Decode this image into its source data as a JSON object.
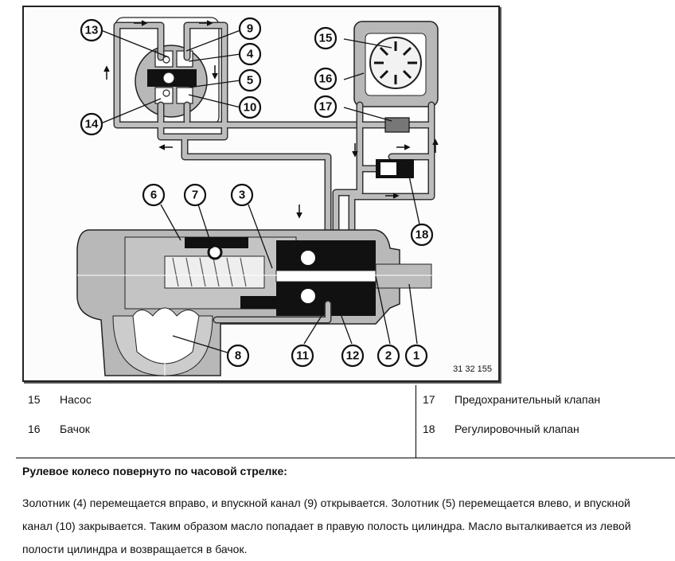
{
  "figure": {
    "code": "31 32 155",
    "callouts": [
      "1",
      "2",
      "3",
      "4",
      "5",
      "6",
      "7",
      "8",
      "9",
      "10",
      "11",
      "12",
      "13",
      "14",
      "15",
      "16",
      "17",
      "18"
    ]
  },
  "legend": {
    "items": [
      {
        "num": "15",
        "label": "Насос"
      },
      {
        "num": "16",
        "label": "Бачок"
      },
      {
        "num": "17",
        "label": "Предохранительный клапан"
      },
      {
        "num": "18",
        "label": "Регулировочный клапан"
      }
    ]
  },
  "caption": {
    "title": "Рулевое колесо повернуто по часовой стрелке:",
    "body": "Золотник (4) перемещается вправо, и впускной канал (9) открывается. Золотник (5) перемещается влево, и впускной канал (10) закрывается. Таким образом масло попадает в правую полость цилиндра. Масло выталкивается из левой полости цилиндра и возвращается в бачок."
  }
}
